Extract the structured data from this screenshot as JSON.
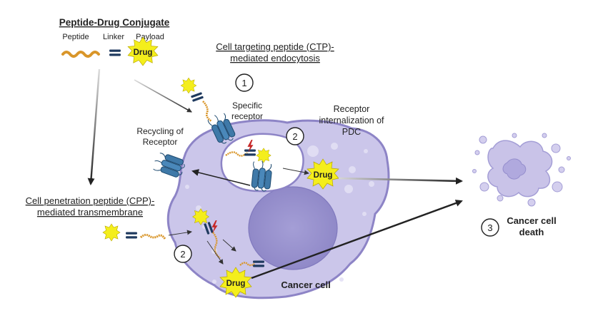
{
  "title": "Peptide-Drug Conjugate",
  "legend": {
    "peptide": "Peptide",
    "linker": "Linker",
    "payload": "Payload"
  },
  "drug_label": "Drug",
  "ctp": {
    "line1": "Cell targeting peptide (CTP)-",
    "line2": "mediated endocytosis",
    "step": "1"
  },
  "specific_receptor": {
    "line1": "Specific",
    "line2": "receptor"
  },
  "internalization": {
    "line1": "Receptor",
    "line2": "internalization of",
    "line3": "PDC",
    "step": "2"
  },
  "recycling": {
    "line1": "Recycling of",
    "line2": "Receptor"
  },
  "cpp": {
    "line1": "Cell penetration peptide (CPP)-",
    "line2": "mediated transmembrane",
    "step": "2"
  },
  "cancer_cell": "Cancer cell",
  "death": {
    "step": "3",
    "line1": "Cancer cell",
    "line2": "death"
  },
  "colors": {
    "cell_fill": "#cbc6ea",
    "cell_stroke": "#8d84c6",
    "nucleus": "#9d96cf",
    "peptide": "#d9962a",
    "linker": "#1f3a5f",
    "drug": "#f4ee1c",
    "receptor": "#3f79a8",
    "lightning": "#c62828"
  }
}
